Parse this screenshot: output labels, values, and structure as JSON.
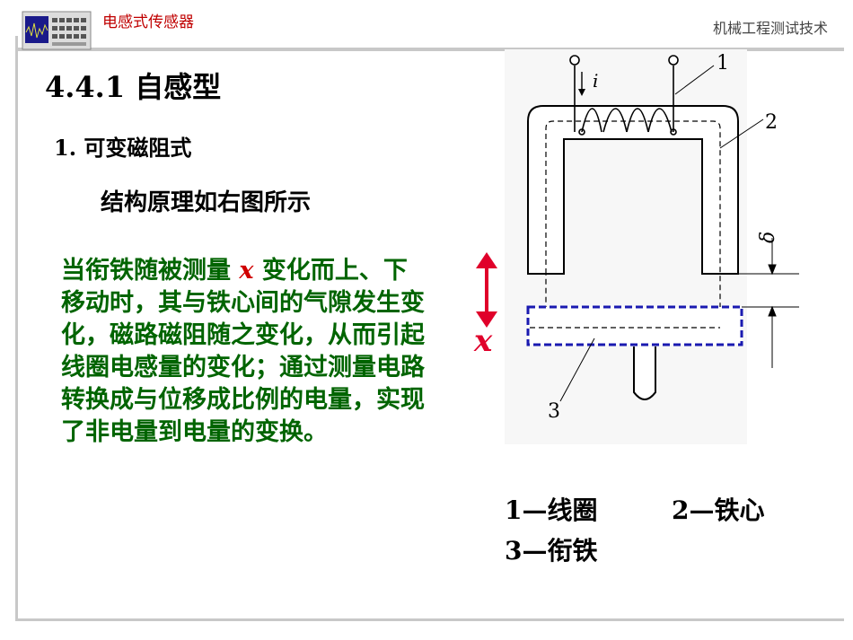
{
  "header": {
    "course_title": "电感式传感器",
    "course_name": "机械工程测试技术"
  },
  "content": {
    "section_title": "4.4.1 自感型",
    "subsection": "1. 可变磁阻式",
    "intro": "结构原理如右图所示",
    "description_before": "当衔铁随被测量 ",
    "description_var": "x",
    "description_after": " 变化而上、下移动时，其与铁心间的气隙发生变化，磁路磁阻随之变化，从而引起线圈电感量的变化；通过测量电路转换成与位移成比例的电量，实现了非电量到电量的变换。"
  },
  "diagram": {
    "label_current": "i",
    "label_1": "1",
    "label_2": "2",
    "label_3": "3",
    "label_delta": "δ",
    "label_x": "x",
    "colors": {
      "armature_outline": "#1a1ab0",
      "arrow": "#e0002a"
    }
  },
  "legend": {
    "item1": "1—线圈",
    "item2": "2—铁心",
    "item3": "3—衔铁"
  }
}
